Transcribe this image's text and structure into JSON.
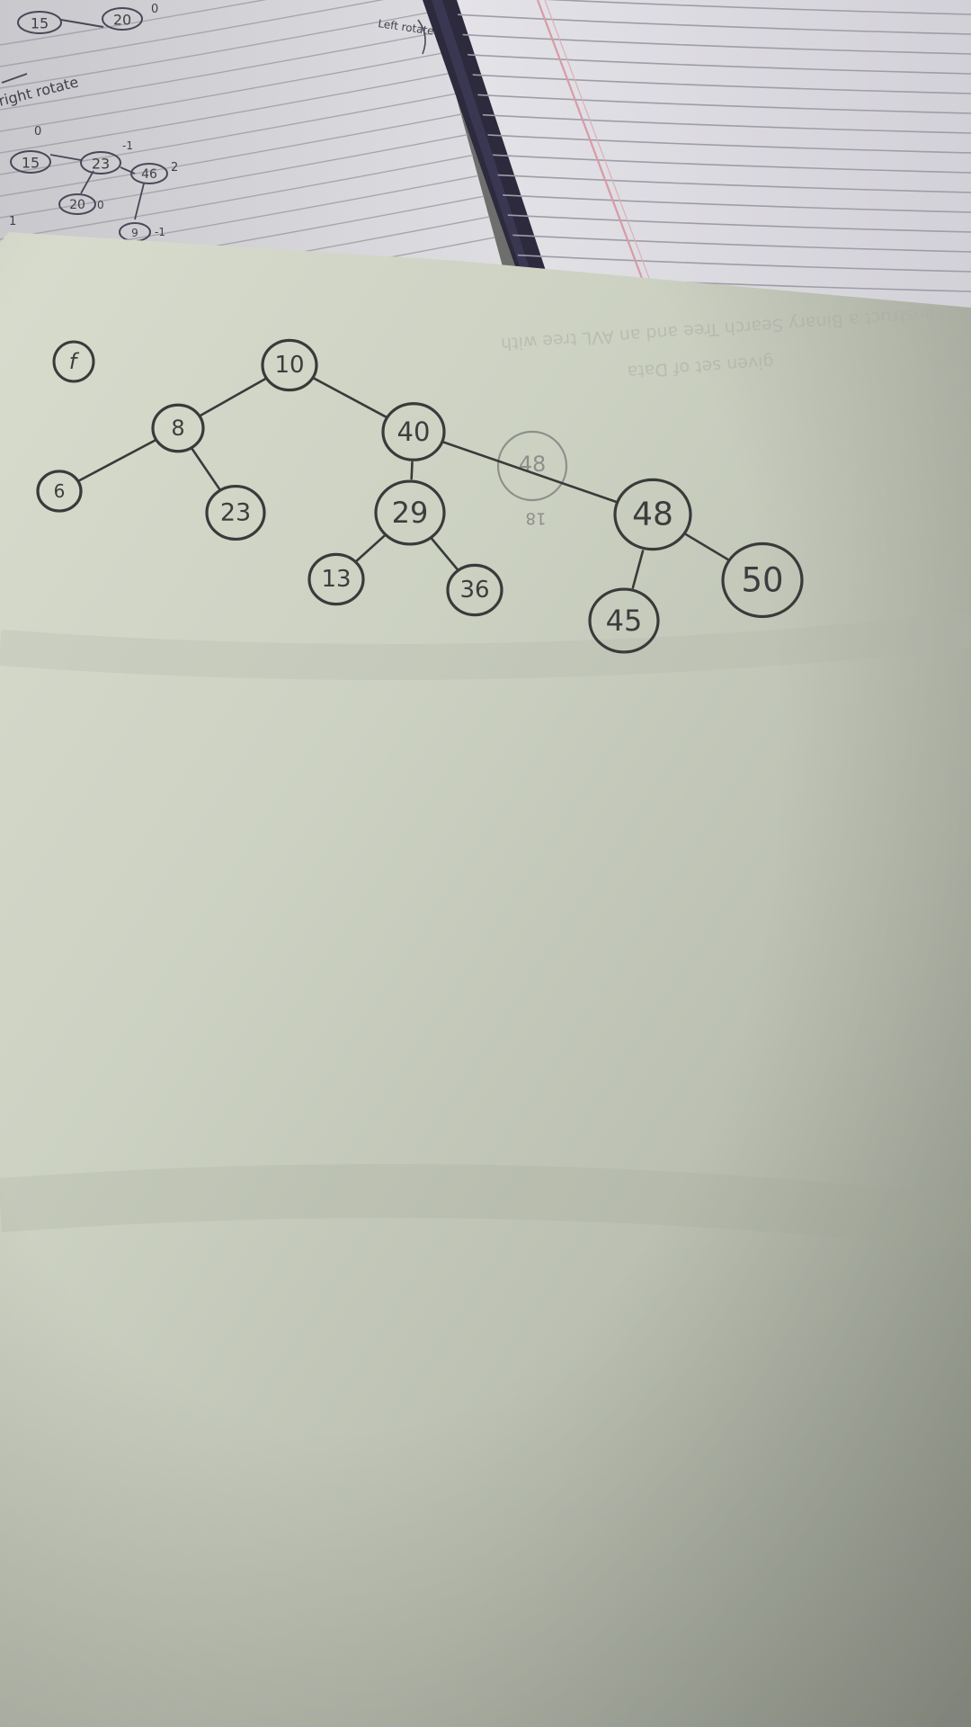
{
  "photo": {
    "subject": "handwritten binary search tree on paper over an open notebook"
  },
  "notebook_background": {
    "labels": [
      "15",
      "20",
      "15",
      "23",
      "46",
      "20",
      "9",
      "Left rotate",
      "right rotate"
    ],
    "balance_marks": [
      "0",
      "0",
      "-1",
      "2",
      "1",
      "0",
      "-1"
    ]
  },
  "sheet": {
    "question_label": "f",
    "bleed_through_text": [
      "construct a Binary Search Tree and an AVL tree with",
      "given set of Data"
    ],
    "tree": {
      "nodes": [
        {
          "id": "n10",
          "value": "10"
        },
        {
          "id": "n8",
          "value": "8"
        },
        {
          "id": "n6",
          "value": "6"
        },
        {
          "id": "n23",
          "value": "23"
        },
        {
          "id": "n40",
          "value": "40"
        },
        {
          "id": "n29",
          "value": "29"
        },
        {
          "id": "n13",
          "value": "13"
        },
        {
          "id": "n36",
          "value": "36"
        },
        {
          "id": "n48",
          "value": "48"
        },
        {
          "id": "n45",
          "value": "45"
        },
        {
          "id": "n50",
          "value": "50"
        }
      ],
      "edges": [
        [
          "n10",
          "n8"
        ],
        [
          "n8",
          "n6"
        ],
        [
          "n8",
          "n23"
        ],
        [
          "n10",
          "n40"
        ],
        [
          "n40",
          "n29"
        ],
        [
          "n29",
          "n13"
        ],
        [
          "n29",
          "n36"
        ],
        [
          "n40",
          "n48"
        ],
        [
          "n48",
          "n45"
        ],
        [
          "n48",
          "n50"
        ]
      ],
      "erased_node": {
        "value": "48",
        "mark": "18"
      }
    }
  }
}
